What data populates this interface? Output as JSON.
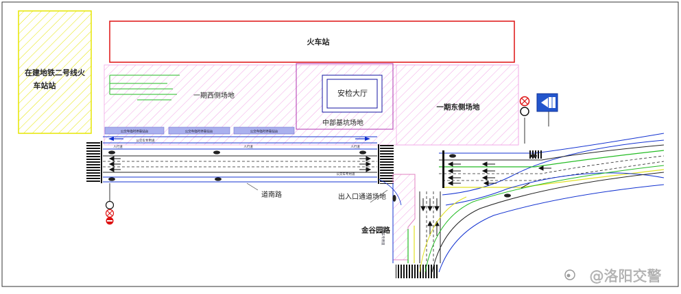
{
  "labels": {
    "railway_station": "火车站",
    "metro_station": "在建地铁二号线火车站站",
    "metro_line1": "在建地铁二号线火",
    "metro_line2": "车站站",
    "west_site": "一期西侧场地",
    "east_site": "一期东侧场地",
    "security_hall": "安检大厅",
    "pit_site": "中部基坑场地",
    "daonan_road": "道南路",
    "access_road": "出入口通道场地",
    "jingu_road": "金谷园路",
    "bus_lane": "公交车专用道",
    "sidewalk": "人行道",
    "bus_stop_1": "公交车临时停靠站台",
    "bus_stop_2": "公交车临时停靠站台",
    "bus_stop_3": "公交车临时停靠站台",
    "bus_lane_vertical": "公交车专用道",
    "watermark": "@洛阳交警"
  },
  "colors": {
    "frame": "#333333",
    "station_border": "#dd1111",
    "hatch_pink": "#f2a6e6",
    "hatch_yellow": "#e6e600",
    "security_outer": "#b030b0",
    "security_inner": "#1010a0",
    "road_blue": "#1030d0",
    "road_dark": "#222222",
    "road_green": "#22bb22",
    "road_yellow": "#e0e020",
    "access_pink": "#e080c0",
    "sign_blue": "#2255cc",
    "stop_bar": "#7070d0"
  }
}
